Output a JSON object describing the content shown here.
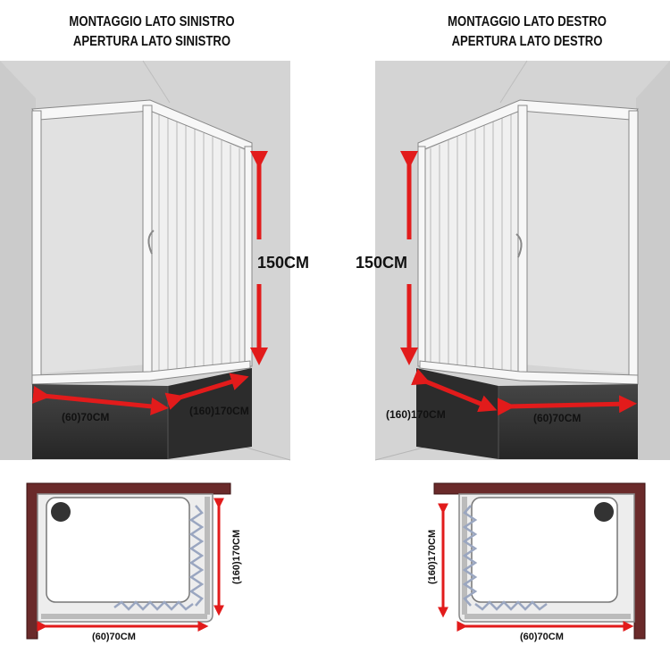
{
  "left": {
    "title_line1": "MONTAGGIO LATO SINISTRO",
    "title_line2": "APERTURA LATO SINISTRO",
    "height_label": "150CM",
    "front_width_label": "(60)70CM",
    "side_depth_label": "(160)170CM",
    "plan_side_label": "(160)170CM",
    "plan_front_label": "(60)70CM"
  },
  "right": {
    "title_line1": "MONTAGGIO LATO DESTRO",
    "title_line2": "APERTURA LATO DESTRO",
    "height_label": "150CM",
    "front_width_label": "(60)70CM",
    "side_depth_label": "(160)170CM",
    "plan_side_label": "(160)170CM",
    "plan_front_label": "(60)70CM"
  },
  "colors": {
    "wall": "#d4d4d4",
    "frame": "#f4f4f4",
    "panel": "#dcdcdc",
    "tub": "#333333",
    "arrow": "#e21b1b",
    "plan_wall": "#6a2a2a",
    "tray": "#ffffff",
    "bellows": "#9aa6c0"
  }
}
